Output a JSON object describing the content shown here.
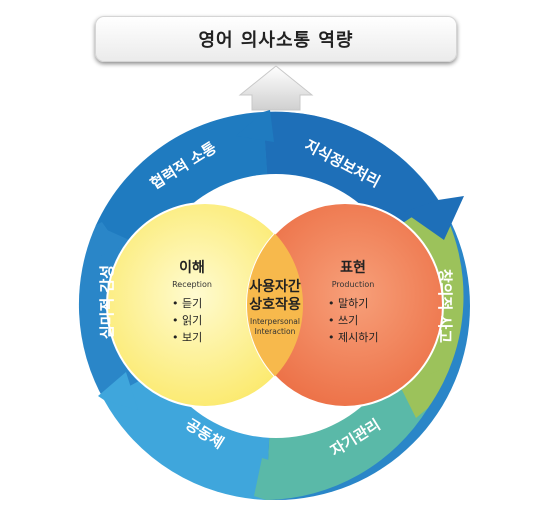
{
  "title": "영어 의사소통 역량",
  "wheel": {
    "knowledge": "지식정보처리",
    "creative": "창의적 사고",
    "self": "자기관리",
    "community": "공동체",
    "aesthetic": "심미적 감성",
    "cooperation": "협력적 소통"
  },
  "reception": {
    "title": "이해",
    "subtitle": "Reception",
    "items": [
      "• 듣기",
      "• 읽기",
      "• 보기"
    ]
  },
  "production": {
    "title": "표현",
    "subtitle": "Production",
    "items": [
      "• 말하기",
      "• 쓰기",
      "• 제시하기"
    ]
  },
  "interaction": {
    "title_line1": "사용자간",
    "title_line2": "상호작용",
    "subtitle_line1": "Interpersonal",
    "subtitle_line2": "Interaction"
  },
  "colors": {
    "blue_dark": "#1e6fb8",
    "blue_mid": "#2a86c8",
    "blue_light": "#3fa6dc",
    "green": "#9cc25b",
    "teal": "#5ab9a8",
    "yellow": "#fdf18c",
    "orange": "#f07f55",
    "overlap": "#f7b94c"
  }
}
